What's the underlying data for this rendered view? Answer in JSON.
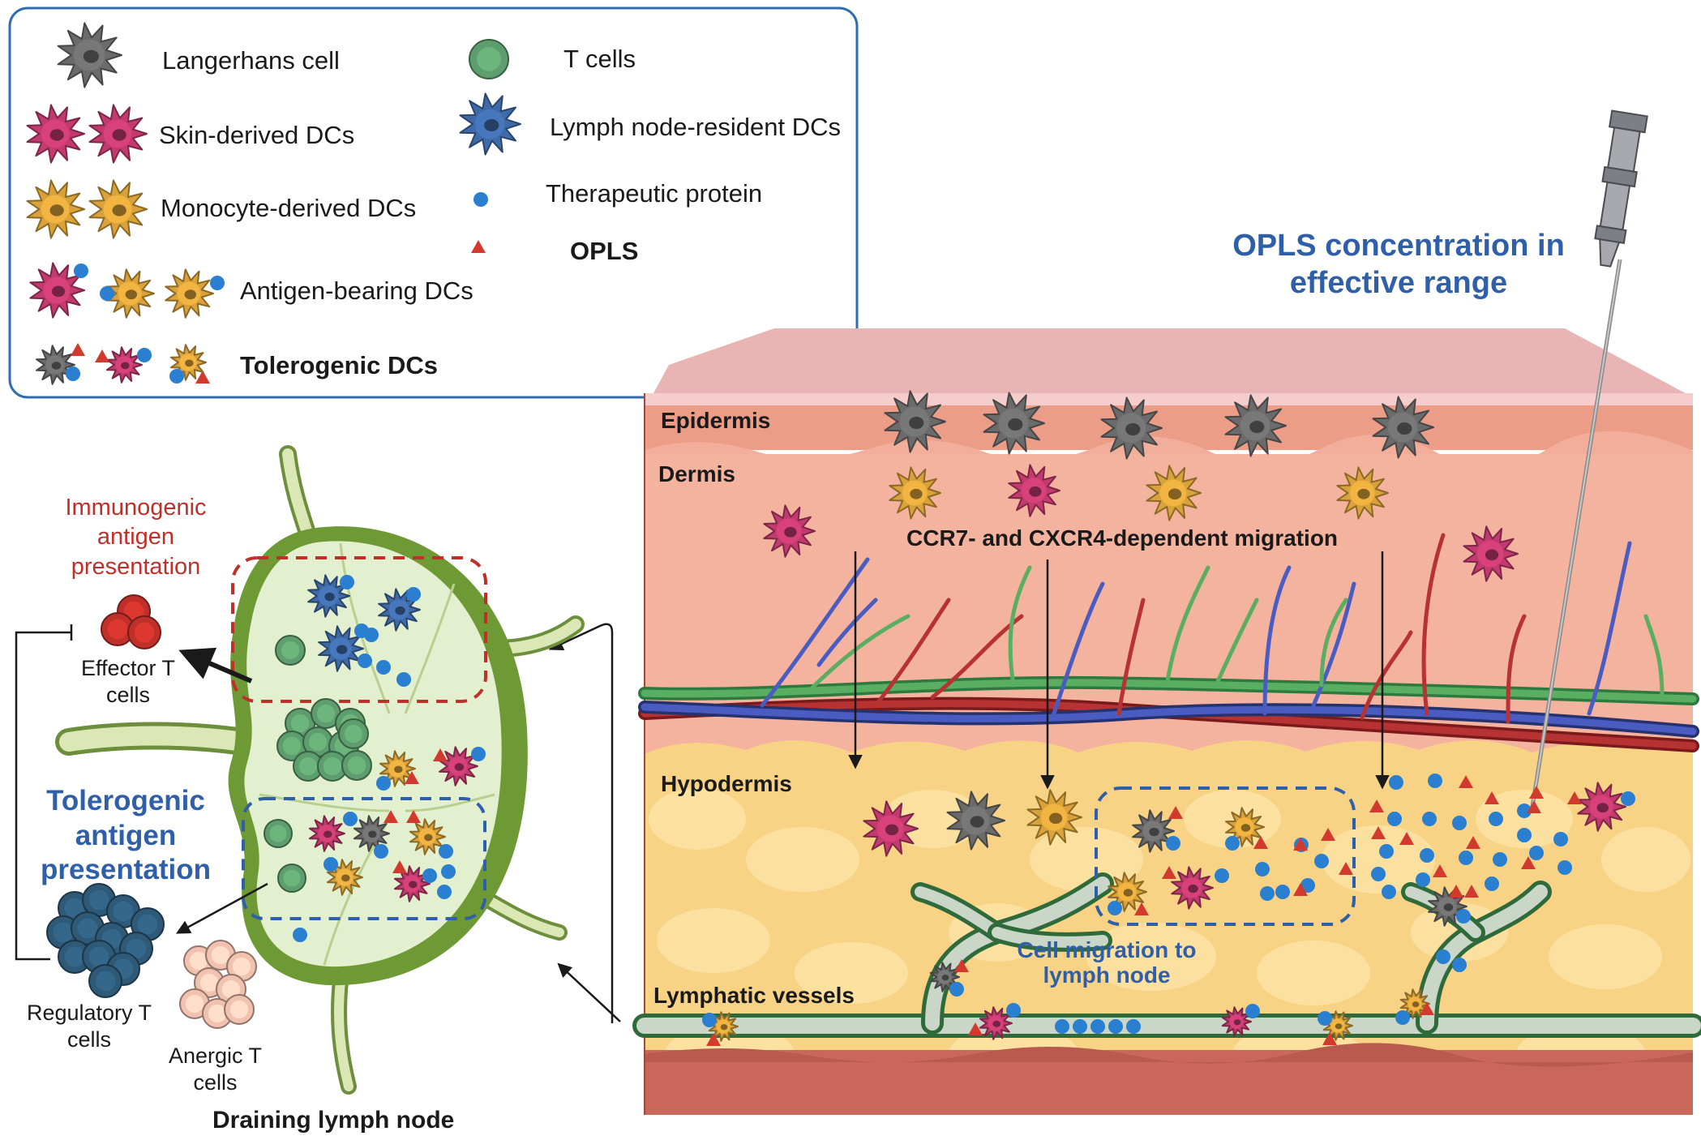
{
  "legend": {
    "items": [
      {
        "label": "Langerhans cell",
        "icon": "langerhans-cell-icon"
      },
      {
        "label": "Skin-derived DCs",
        "icon": "skin-dc-icon"
      },
      {
        "label": "Monocyte-derived DCs",
        "icon": "monocyte-dc-icon"
      },
      {
        "label": "Antigen-bearing DCs",
        "icon": "antigen-bearing-dc-icon"
      },
      {
        "label": "Tolerogenic DCs",
        "icon": "tolerogenic-dc-icon"
      },
      {
        "label": "T cells",
        "icon": "t-cell-icon"
      },
      {
        "label": "Lymph node-resident DCs",
        "icon": "lymph-node-dc-icon"
      },
      {
        "label": "Therapeutic protein",
        "icon": "protein-dot-icon"
      },
      {
        "label": "OPLS",
        "icon": "opls-triangle-icon"
      }
    ]
  },
  "skin": {
    "layers": {
      "epidermis": "Epidermis",
      "dermis": "Dermis",
      "hypodermis": "Hypodermis",
      "lymphatic": "Lymphatic vessels"
    },
    "migration_label": "CCR7- and CXCR4-dependent migration",
    "cell_migration_label": "Cell migration to lymph node",
    "opls_title": "OPLS concentration in effective range"
  },
  "lymph_node": {
    "title": "Draining lymph node",
    "immunogenic": "Immunogenic antigen presentation",
    "tolerogenic": "Tolerogenic antigen presentation",
    "effector": "Effector T cells",
    "regulatory": "Regulatory T cells",
    "anergic": "Anergic T cells"
  },
  "colors": {
    "accent_blue": "#2e5fa8",
    "accent_red": "#c0302a",
    "langerhans": "#6b6b6b",
    "skin_dc": "#c23a6e",
    "monocyte_dc": "#d9a23a",
    "t_cell": "#5e9e6e",
    "resident_dc": "#3f6aa8",
    "protein": "#2a7fd0",
    "opls": "#d23a2e",
    "regulatory": "#2e5a78",
    "anergic": "#f2c2b0",
    "effector": "#c0302a"
  }
}
